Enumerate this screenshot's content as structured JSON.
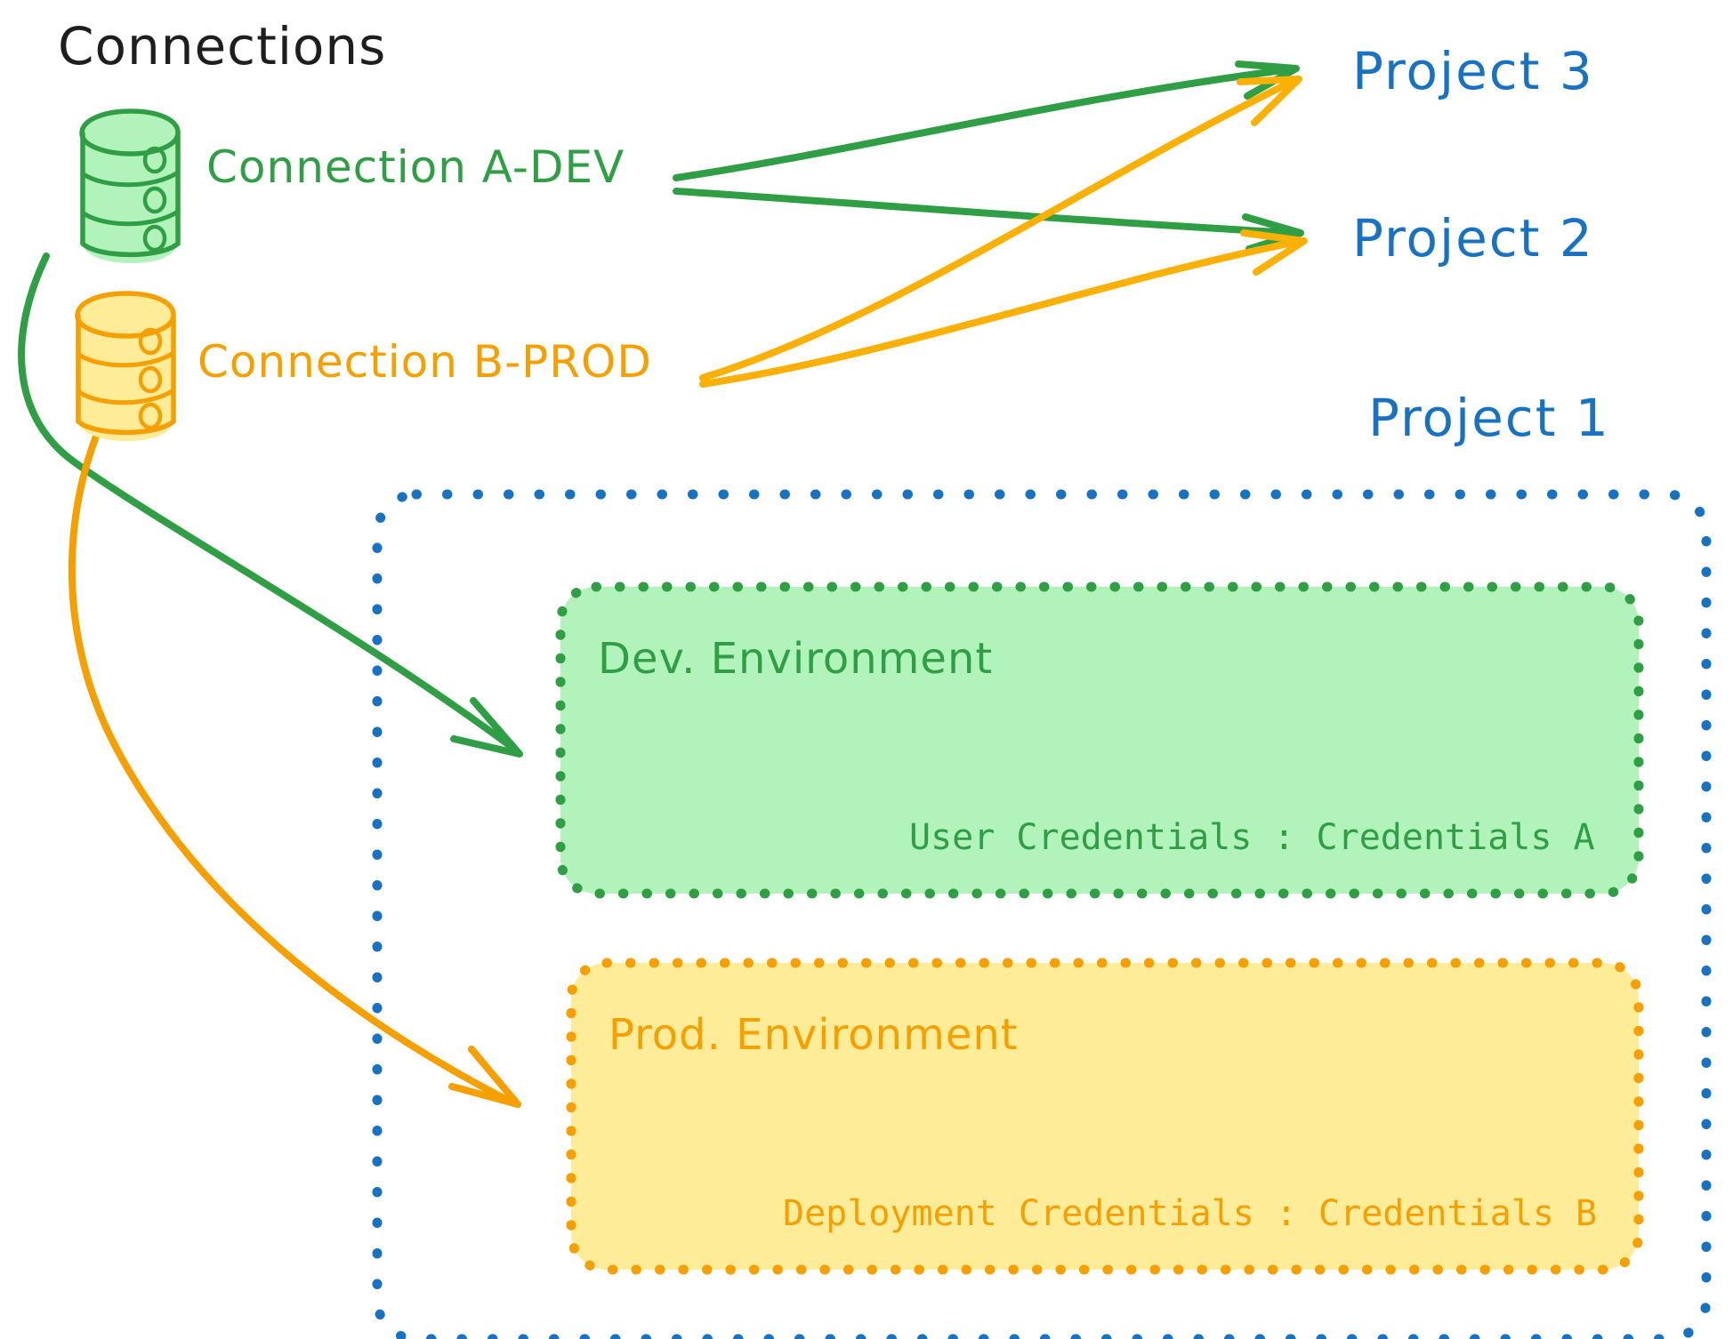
{
  "diagram": {
    "title": "Connections",
    "colors": {
      "green_stroke": "#2f9e44",
      "green_fill": "#b2f2bb",
      "orange_stroke": "#f08c00",
      "orange_fill": "#ffec99",
      "orange_text": "#f59f00",
      "blue_stroke": "#1971c2",
      "black_text": "#1e1e1e",
      "background": "#ffffff"
    },
    "connections": [
      {
        "id": "conn-a-dev",
        "label": "Connection A-DEV",
        "color": "#2f9e44",
        "icon": "database-icon"
      },
      {
        "id": "conn-b-prod",
        "label": "Connection B-PROD",
        "color": "#f59f00",
        "icon": "database-icon"
      }
    ],
    "projects": [
      {
        "id": "project-3",
        "label": "Project 3"
      },
      {
        "id": "project-2",
        "label": "Project 2"
      },
      {
        "id": "project-1",
        "label": "Project 1"
      }
    ],
    "environments": [
      {
        "id": "dev-environment",
        "title": "Dev. Environment",
        "credential_label": "User Credentials",
        "credential_separator": ":",
        "credential_value": "Credentials A",
        "credential_line": "User Credentials : Credentials A",
        "color": "#2f9e44",
        "fill": "#b2f2bb"
      },
      {
        "id": "prod-environment",
        "title": "Prod. Environment",
        "credential_label": "Deployment Credentials",
        "credential_separator": ":",
        "credential_value": "Credentials B",
        "credential_line": "Deployment Credentials : Credentials B",
        "color": "#f59f00",
        "fill": "#ffec99"
      }
    ],
    "edges": [
      {
        "id": "edge-a-dev-to-project-3",
        "from": "conn-a-dev",
        "to": "project-3",
        "color": "#2f9e44"
      },
      {
        "id": "edge-a-dev-to-project-2",
        "from": "conn-a-dev",
        "to": "project-2",
        "color": "#2f9e44"
      },
      {
        "id": "edge-a-dev-to-dev-environment",
        "from": "conn-a-dev",
        "to": "dev-environment",
        "color": "#2f9e44"
      },
      {
        "id": "edge-b-prod-to-project-3",
        "from": "conn-b-prod",
        "to": "project-3",
        "color": "#f59f00"
      },
      {
        "id": "edge-b-prod-to-project-2",
        "from": "conn-b-prod",
        "to": "project-2",
        "color": "#f59f00"
      },
      {
        "id": "edge-b-prod-to-prod-environment",
        "from": "conn-b-prod",
        "to": "prod-environment",
        "color": "#f59f00"
      }
    ]
  }
}
